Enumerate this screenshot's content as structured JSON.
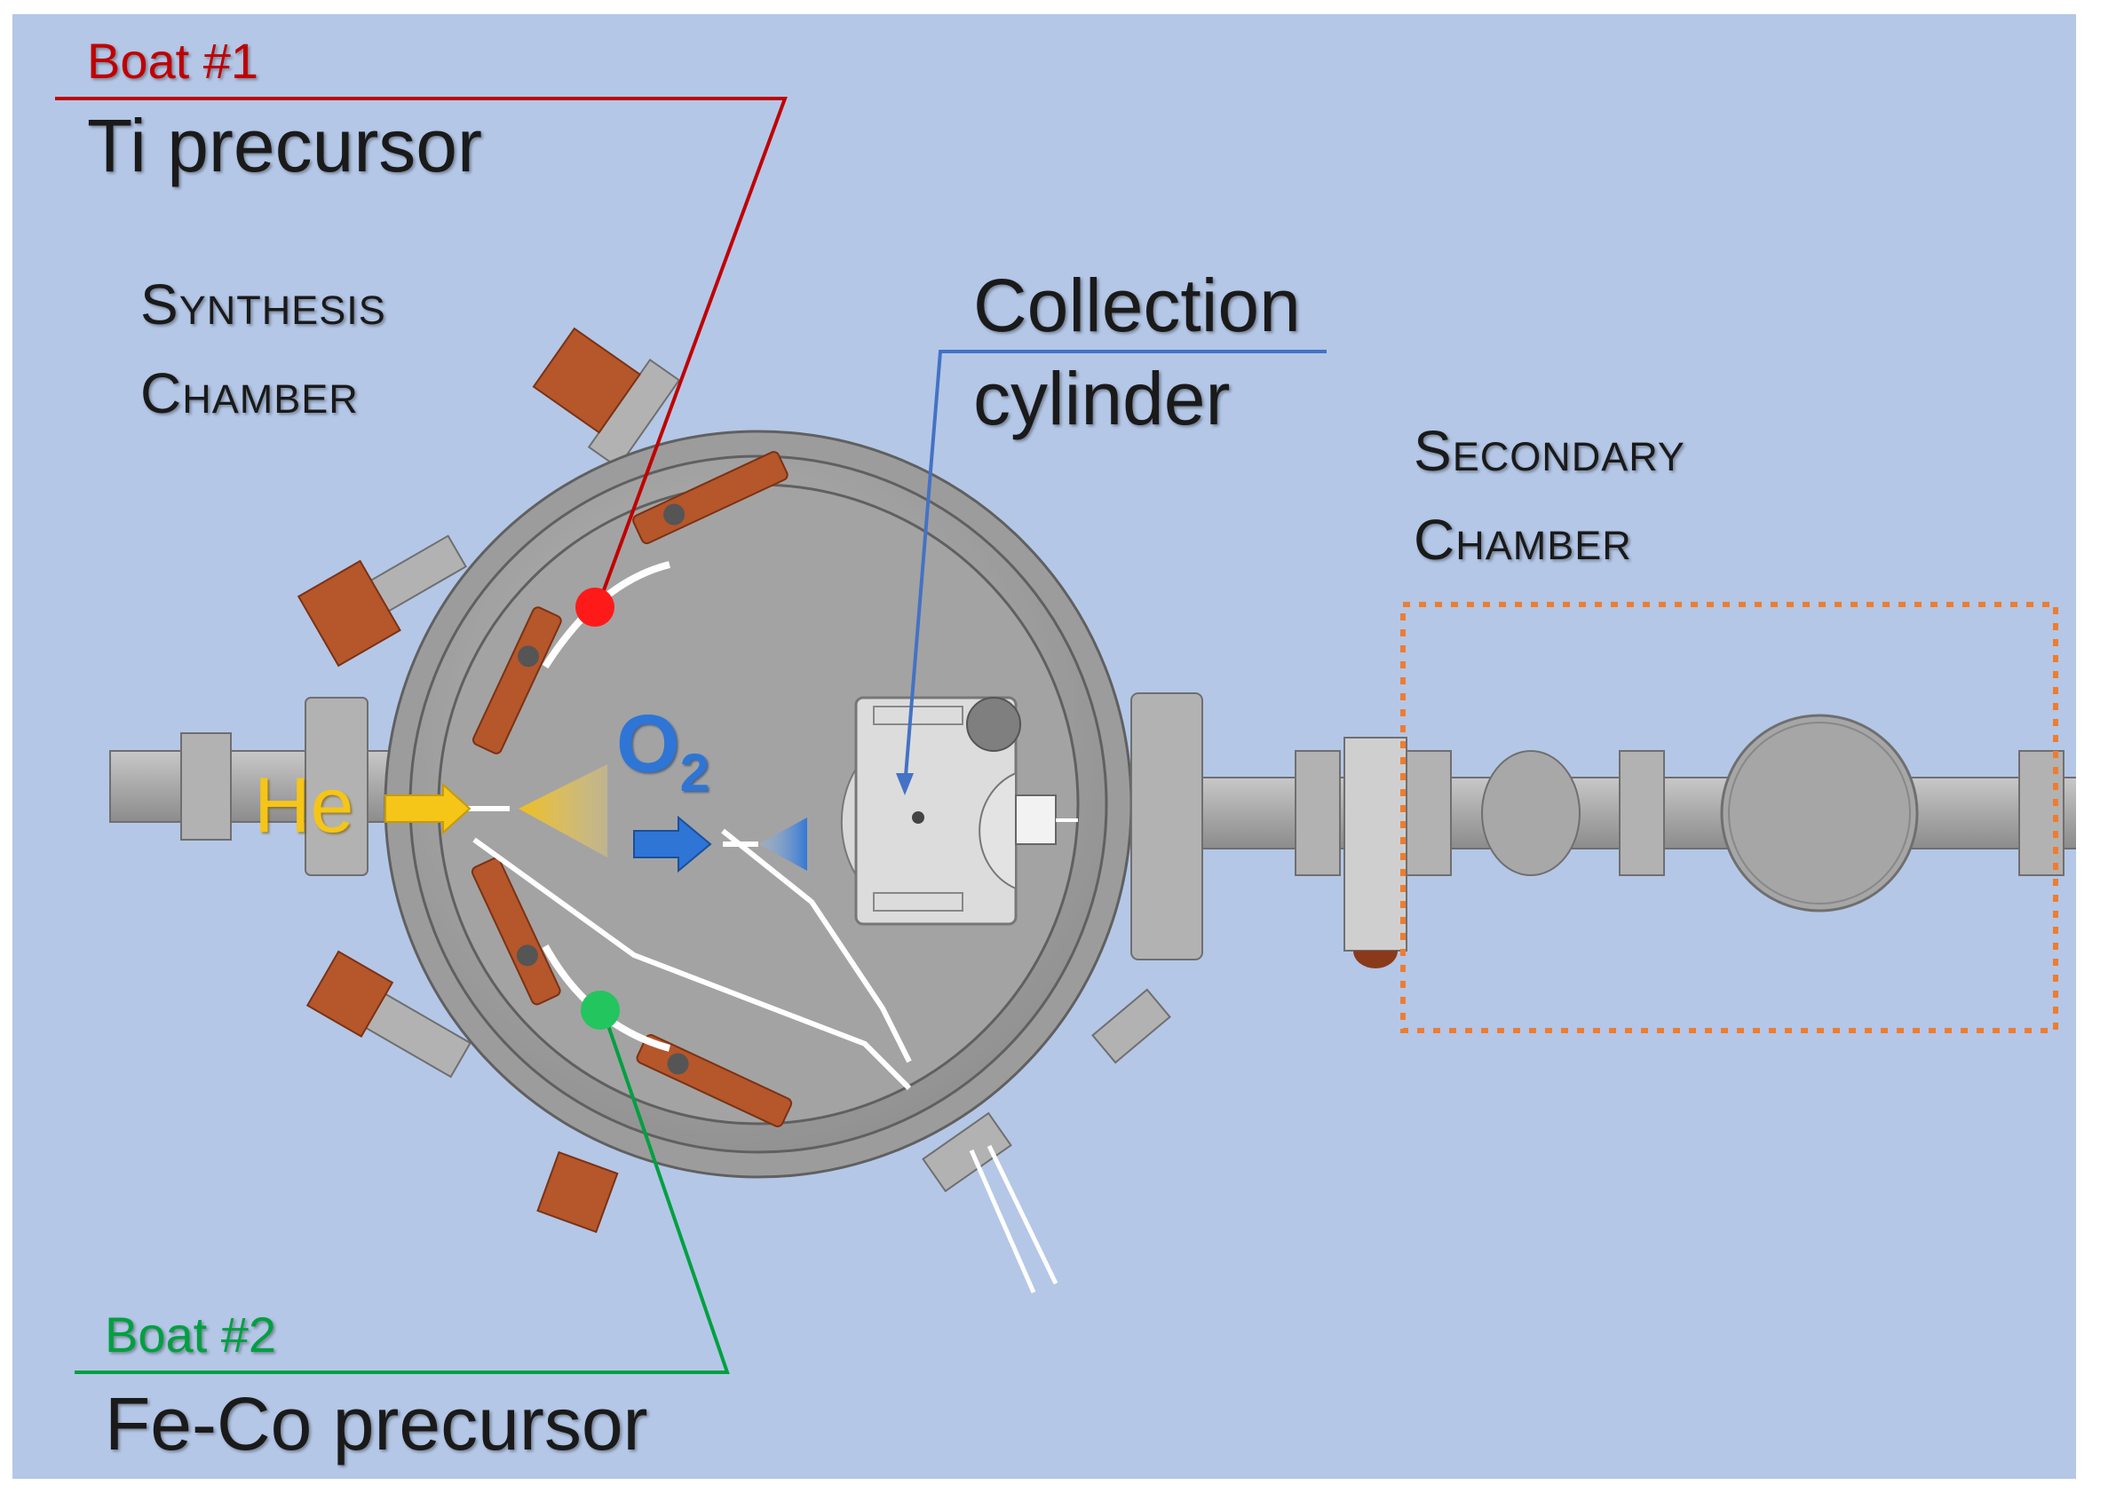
{
  "labels": {
    "boat1_tag": "Boat #1",
    "boat1_name": "Ti precursor",
    "boat2_tag": "Boat #2",
    "boat2_name": "Fe-Co precursor",
    "synthesis_line1": "Synthesis",
    "synthesis_line2": "Chamber",
    "collection_line1": "Collection",
    "collection_line2": "cylinder",
    "secondary_line1": "Secondary",
    "secondary_line2": "Chamber",
    "he": "He",
    "o2_main": "O",
    "o2_sub": "2"
  },
  "colors": {
    "background": "#b4c7e7",
    "boat1": "#c00000",
    "boat2": "#00a040",
    "collection_leader": "#4472c4",
    "secondary_box": "#ed7d31",
    "he_arrow": "#f5c518",
    "o2_arrow": "#2e75d6",
    "steel": "#a6a6a6",
    "copper": "#b5562b"
  }
}
